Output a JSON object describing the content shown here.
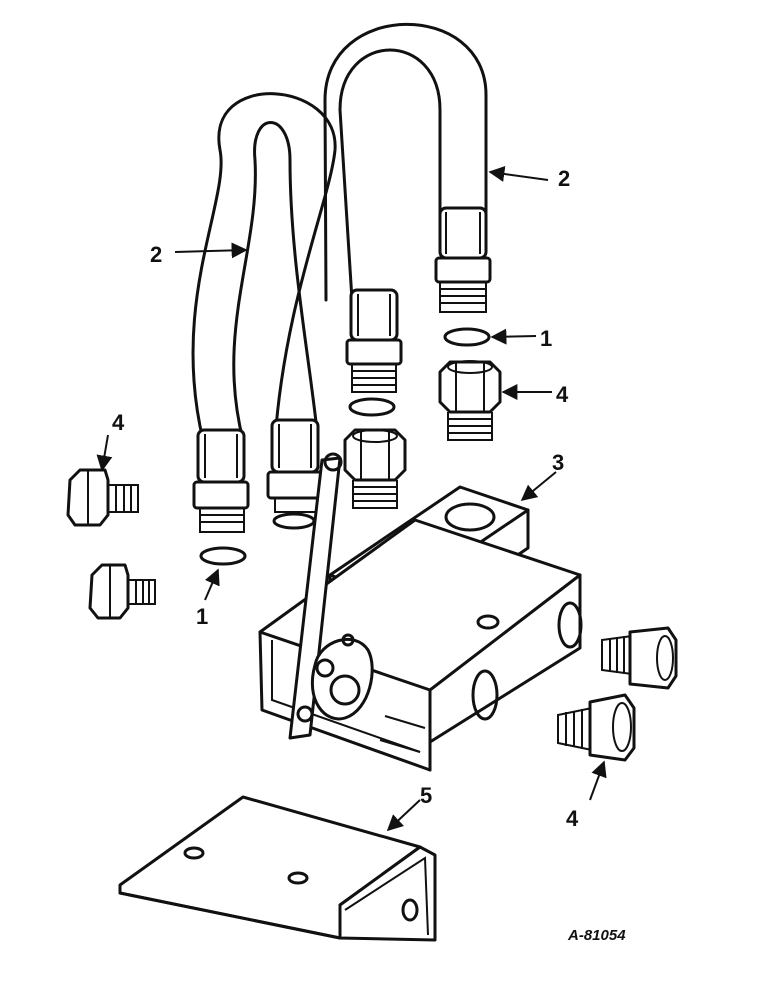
{
  "figure_code": "A-81054",
  "callouts": {
    "washer_right": "1",
    "washer_left": "1",
    "hose_right": "2",
    "hose_left": "2",
    "valve_body": "3",
    "fitting_left": "4",
    "fitting_top": "4",
    "fitting_bottom": "4",
    "bracket": "5"
  },
  "colors": {
    "ink": "#111111",
    "paper": "#ffffff",
    "fill": "#ffffff"
  }
}
